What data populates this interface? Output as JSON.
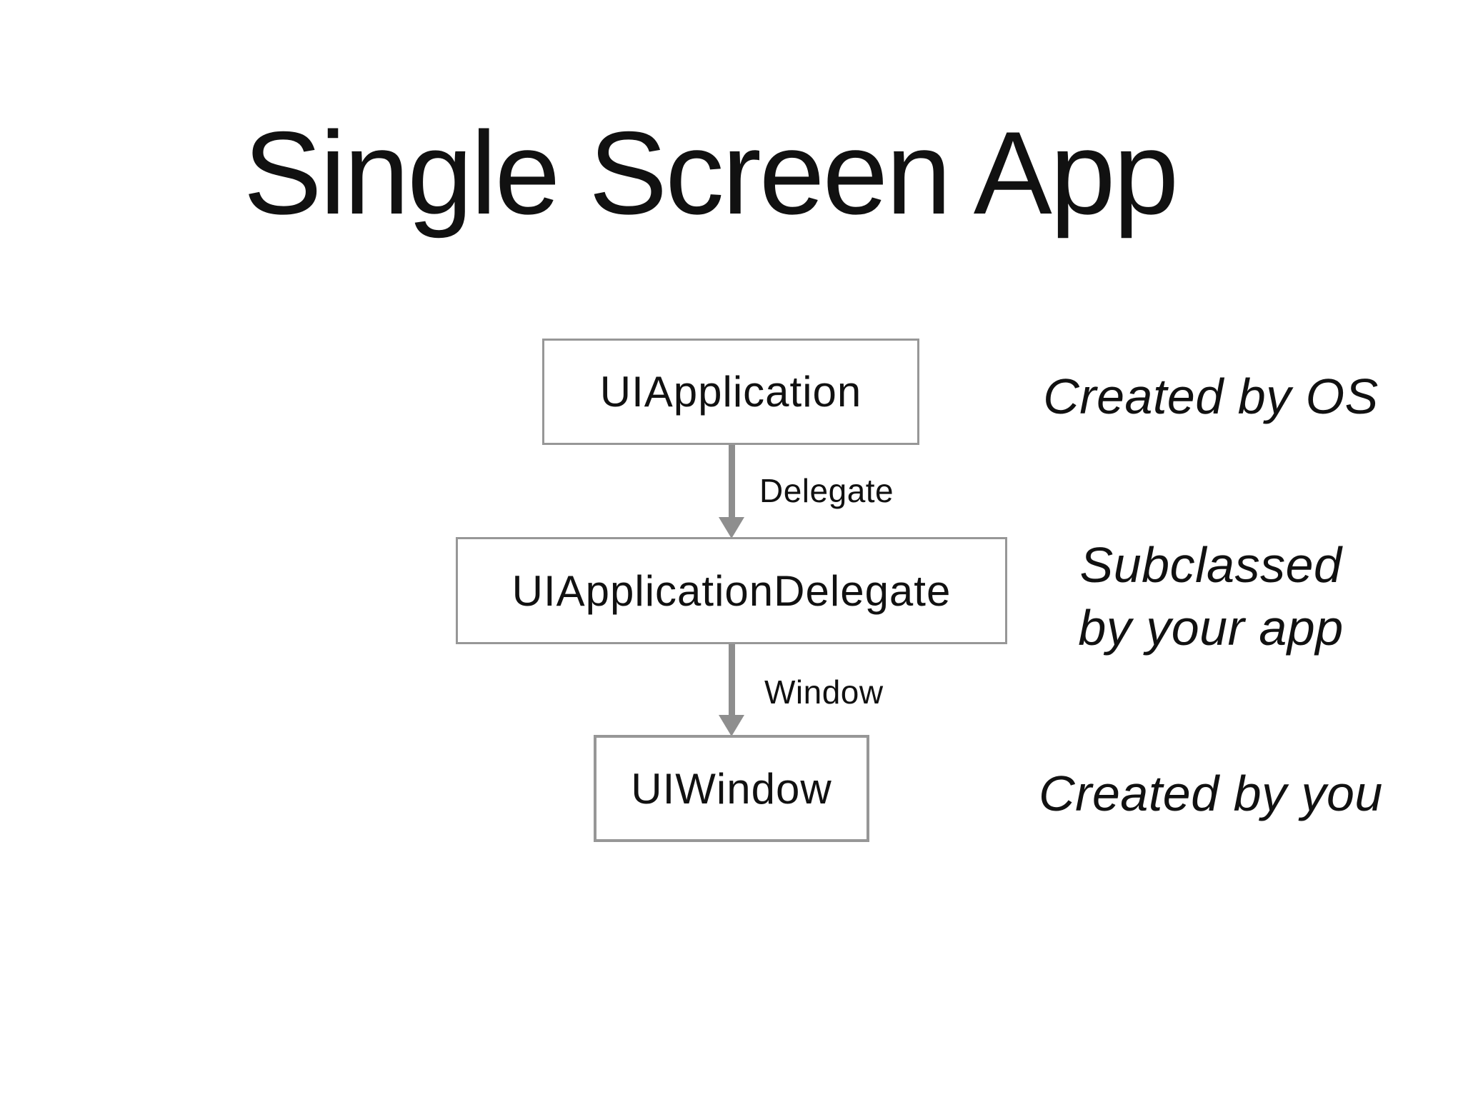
{
  "slide": {
    "title": "Single Screen App"
  },
  "colors": {
    "box_border": "#979797",
    "arrow": "#8e8e8e",
    "text": "#111111",
    "bg": "#ffffff"
  },
  "diagram": {
    "nodes": [
      {
        "id": "uiapplication",
        "label": "UIApplication"
      },
      {
        "id": "uiapplicationdelegate",
        "label": "UIApplicationDelegate"
      },
      {
        "id": "uiwindow",
        "label": "UIWindow"
      }
    ],
    "edges": [
      {
        "from": "uiapplication",
        "to": "uiapplicationdelegate",
        "label": "Delegate"
      },
      {
        "from": "uiapplicationdelegate",
        "to": "uiwindow",
        "label": "Window"
      }
    ],
    "annotations": [
      {
        "target": "uiapplication",
        "text": "Created by OS"
      },
      {
        "target": "uiapplicationdelegate",
        "text": "Subclassed\nby your app"
      },
      {
        "target": "uiwindow",
        "text": "Created by you"
      }
    ]
  }
}
